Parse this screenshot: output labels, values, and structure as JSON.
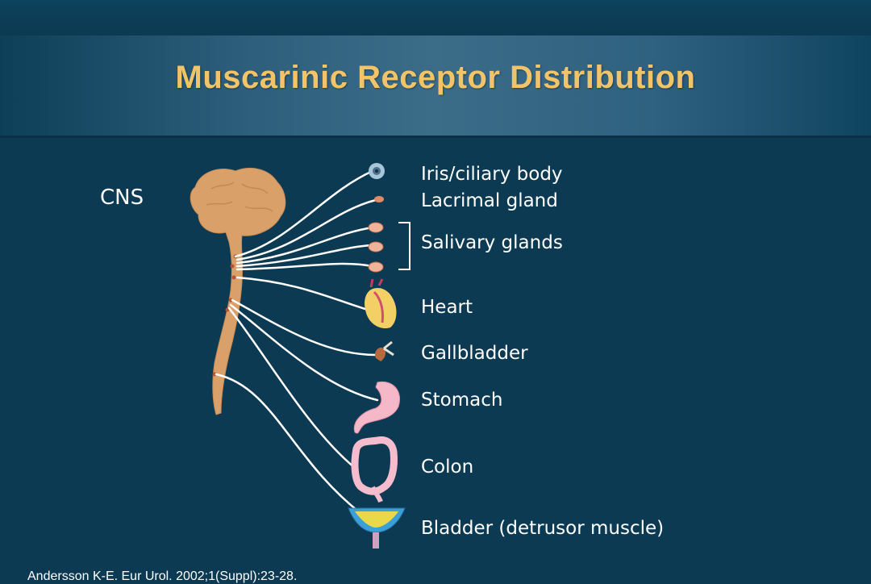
{
  "title": "Muscarinic Receptor Distribution",
  "cns_label": "CNS",
  "organs": [
    {
      "key": "iris",
      "label": "Iris/ciliary body",
      "icon": "iris-icon"
    },
    {
      "key": "lacrimal",
      "label": "Lacrimal gland",
      "icon": "lacrimal-gland-icon"
    },
    {
      "key": "salivary",
      "label": "Salivary glands",
      "icon": "salivary-glands-icon"
    },
    {
      "key": "heart",
      "label": "Heart",
      "icon": "heart-icon"
    },
    {
      "key": "gallbladder",
      "label": "Gallbladder",
      "icon": "gallbladder-icon"
    },
    {
      "key": "stomach",
      "label": "Stomach",
      "icon": "stomach-icon"
    },
    {
      "key": "colon",
      "label": "Colon",
      "icon": "colon-icon"
    },
    {
      "key": "bladder",
      "label": "Bladder (detrusor muscle)",
      "icon": "bladder-icon"
    }
  ],
  "citation": "Andersson K-E. Eur Urol. 2002;1(Suppl):23-28.",
  "colors": {
    "background": "#0c3a52",
    "title": "#f2c46a",
    "cns": "#d9a06a",
    "nerve": "#ffffff"
  }
}
